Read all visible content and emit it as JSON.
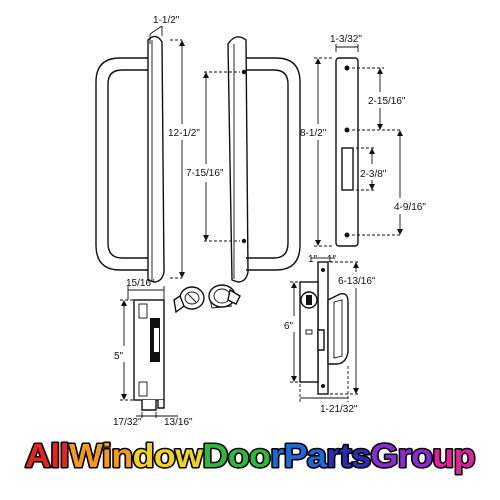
{
  "dimensions": {
    "handle_top_width": "1-1/2\"",
    "handle_length": "12-1/2\"",
    "handle_hole_spacing": "7-15/16\"",
    "escutcheon_width": "1-3/32\"",
    "escutcheon_length": "8-1/2\"",
    "escutcheon_top_to_center": "2-15/16\"",
    "escutcheon_cutout": "2-3/8\"",
    "escutcheon_lower": "4-9/16\"",
    "keeper_width": "15/16\"",
    "keeper_height": "5\"",
    "keeper_bottom_a": "17/32\"",
    "keeper_bottom_b": "13/16\"",
    "lock_backset_a": "1\"",
    "lock_backset_b": "1\"",
    "lock_faceplate": "6\"",
    "lock_height": "6-13/16\"",
    "lock_depth": "1-21/32\""
  },
  "brand": {
    "text": "AllWindowDoorPartsGroup",
    "colors": [
      "#e8231f",
      "#f39a1b",
      "#f2d51a",
      "#2eb83a",
      "#1f66d8",
      "#2b2db0",
      "#8a2bd1",
      "#e0219c"
    ]
  }
}
